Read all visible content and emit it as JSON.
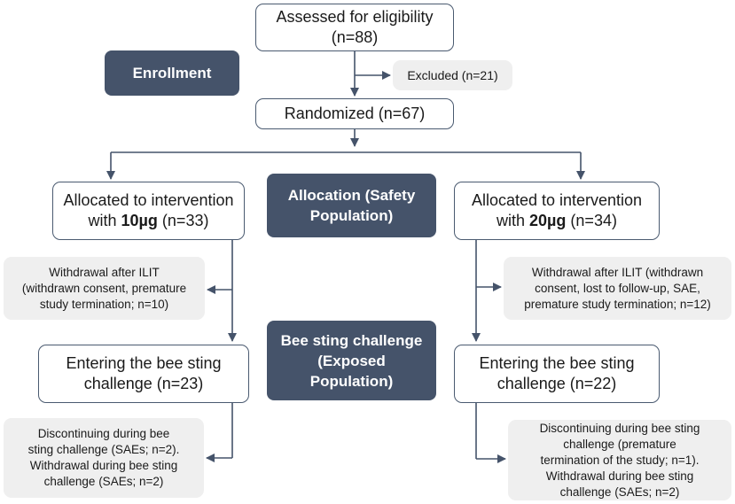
{
  "colors": {
    "phase_fill": "#45536a",
    "arrow": "#45536a",
    "side_fill": "#efefef",
    "box_border": "#4a5a70"
  },
  "phases": {
    "enrollment": "Enrollment",
    "allocation": [
      "Allocation (Safety",
      "Population)"
    ],
    "challenge": [
      "Bee sting challenge",
      "(Exposed",
      "Population)"
    ]
  },
  "assessed": [
    "Assessed for eligibility",
    "(n=88)"
  ],
  "excluded": "Excluded (n=21)",
  "randomized": "Randomized (n=67)",
  "left": {
    "allocated_line1": "Allocated to intervention",
    "allocated_prefix": "with ",
    "allocated_dose": "10µg",
    "allocated_suffix": " (n=33)",
    "withdrawal": [
      "Withdrawal after ILIT",
      "(withdrawn consent, premature",
      "study termination; n=10)"
    ],
    "entering": [
      "Entering the bee sting",
      "challenge (n=23)"
    ],
    "discontinuing": [
      "Discontinuing during bee",
      "sting challenge (SAEs; n=2).",
      "Withdrawal during bee sting",
      "challenge (SAEs; n=2)"
    ]
  },
  "right": {
    "allocated_line1": "Allocated to intervention",
    "allocated_prefix": "with ",
    "allocated_dose": "20µg",
    "allocated_suffix": " (n=34)",
    "withdrawal": [
      "Withdrawal after ILIT (withdrawn",
      "consent, lost to follow-up, SAE,",
      "premature study termination; n=12)"
    ],
    "entering": [
      "Entering the bee sting",
      "challenge (n=22)"
    ],
    "discontinuing": [
      "Discontinuing during bee sting",
      "challenge (premature",
      "termination of the study; n=1).",
      "Withdrawal during bee sting",
      "challenge (SAEs; n=2)"
    ]
  }
}
